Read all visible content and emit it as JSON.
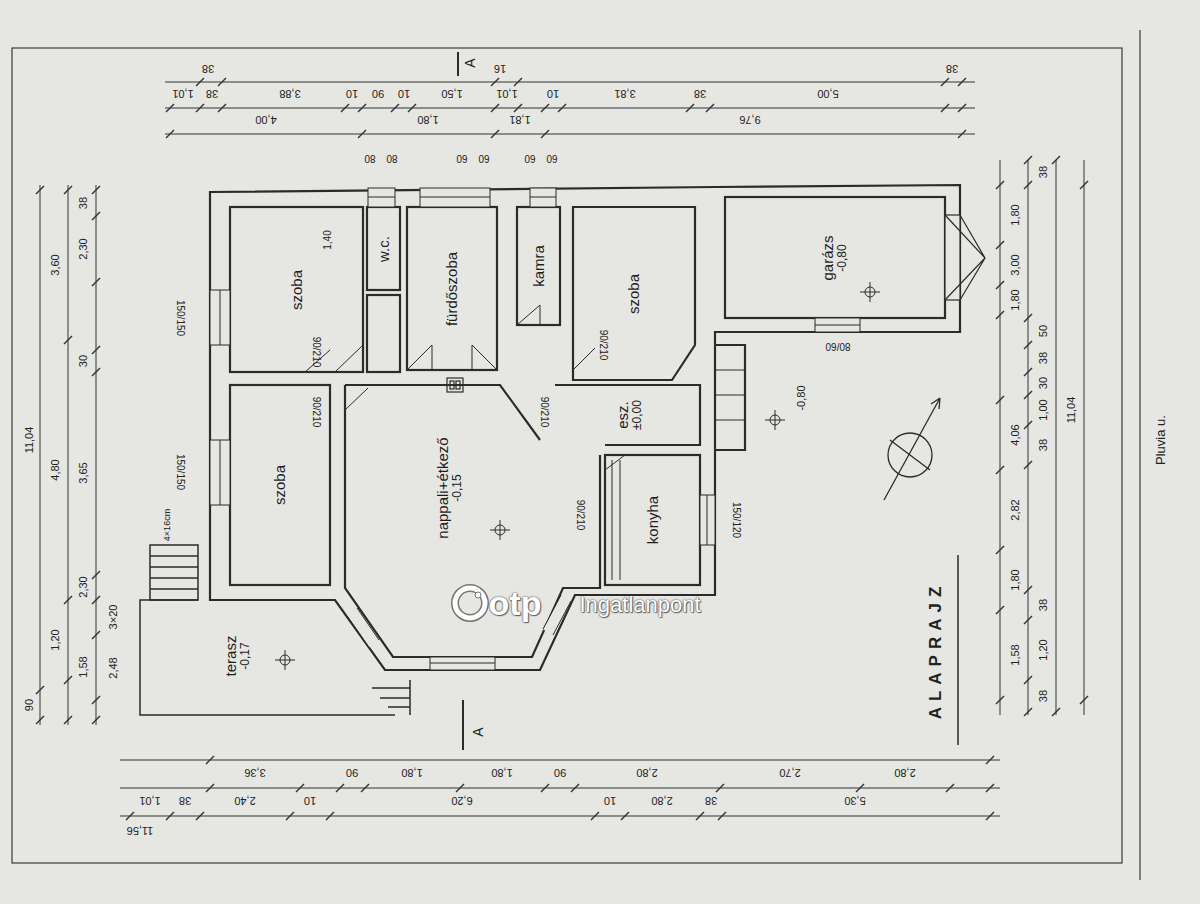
{
  "diagram": {
    "title": "ALAPRAJZ",
    "nodes": [
      {
        "text": [
          "szoba"
        ]
      },
      {
        "text": [
          "w.c."
        ]
      },
      {
        "text": [
          "fürdőszoba"
        ]
      },
      {
        "text": [
          "kamra"
        ]
      },
      {
        "text": [
          "szoba"
        ]
      },
      {
        "text": [
          "garázs",
          "-0,80"
        ]
      },
      {
        "text": [
          "szoba"
        ]
      },
      {
        "text": [
          "nappali+étkező",
          "-0,15"
        ]
      },
      {
        "text": [
          "esz.",
          "±0,00"
        ]
      },
      {
        "text": [
          "konyha"
        ]
      },
      {
        "text": [
          "terasz",
          "-0,17"
        ]
      }
    ],
    "labels": [
      "38",
      "16",
      "38",
      "1,01",
      "38",
      "3,88",
      "10",
      "90",
      "10",
      "1,50",
      "1,01",
      "10",
      "3,81",
      "38",
      "5,00",
      "4,00",
      "1,80",
      "1,81",
      "9,76",
      "80",
      "80",
      "60",
      "60",
      "60",
      "60",
      "A",
      "11,04",
      "90",
      "3,60",
      "4,80",
      "1,20",
      "38",
      "2,30",
      "30",
      "3,65",
      "2,30",
      "1,58",
      "3×20",
      "2,48",
      "1,80",
      "3,00",
      "1,80",
      "4,06",
      "2,82",
      "1,80",
      "1,58",
      "38",
      "50",
      "38",
      "30",
      "1,00",
      "38",
      "38",
      "1,20",
      "38",
      "11,04",
      "3,36",
      "90",
      "1,80",
      "1,80",
      "90",
      "2,80",
      "2,70",
      "2,80",
      "1,01",
      "38",
      "2,40",
      "10",
      "6,20",
      "10",
      "2,80",
      "38",
      "5,30",
      "11,56",
      "A",
      "150/150",
      "150/150",
      "90/210",
      "90/210",
      "90/210",
      "150/120",
      "80/60",
      "90/210",
      "90/210",
      "1,40",
      "-0,80",
      "Pluvia u.",
      "otp",
      "Ingatlanpont",
      "4×16cm"
    ]
  }
}
